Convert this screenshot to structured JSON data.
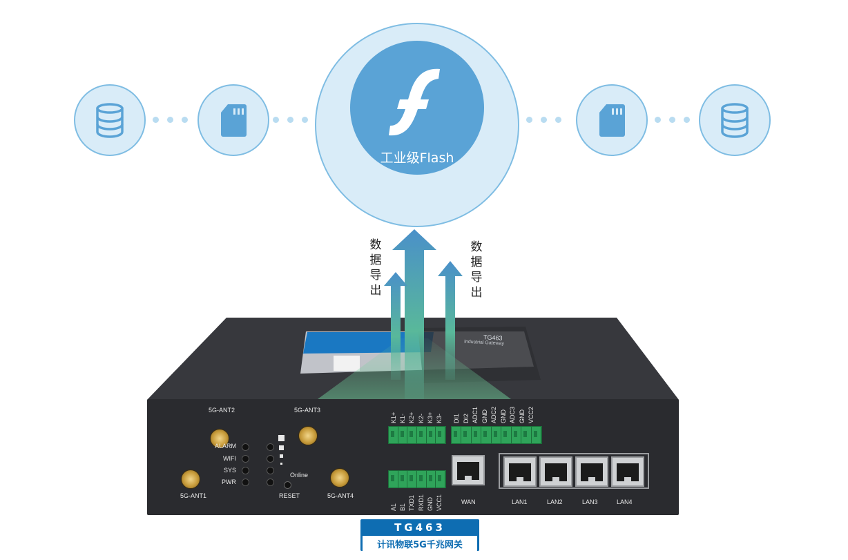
{
  "center_label": "工业级Flash",
  "left_arrow_text": "数据导出",
  "right_arrow_text": "数据导出",
  "device": {
    "antennas": [
      "5G-ANT2",
      "5G-ANT1",
      "5G-ANT3",
      "5G-ANT4"
    ],
    "leds": [
      "ALARM",
      "WIFI",
      "SYS",
      "PWR"
    ],
    "online_label": "Online",
    "reset_label": "RESET",
    "model_plate_title": "TG463",
    "model_plate_subtitle": "Industrial Gateway",
    "terminal_top_left": [
      "K1+",
      "K1-",
      "K2+",
      "K2-",
      "K3+",
      "K3-"
    ],
    "terminal_top_right": [
      "DI1",
      "DI2",
      "ADC1",
      "GND",
      "ADC2",
      "GND",
      "ADC3",
      "GND",
      "VCC2"
    ],
    "terminal_bottom": [
      "A1",
      "B1",
      "TXD1",
      "RXD1",
      "GND",
      "VCC1"
    ],
    "ports": [
      "WAN",
      "LAN1",
      "LAN2",
      "LAN3",
      "LAN4"
    ]
  },
  "badge": {
    "title": "TG463",
    "subtitle": "计讯物联5G千兆网关"
  },
  "colors": {
    "accent_blue": "#5aa3d6",
    "light_blue": "#d9ecf8",
    "arrow_teal": "#4fb0a8",
    "badge_blue": "#0e6db2"
  },
  "icons": [
    "database-icon",
    "sd-card-icon",
    "flash-icon",
    "sd-card-icon",
    "database-icon"
  ]
}
